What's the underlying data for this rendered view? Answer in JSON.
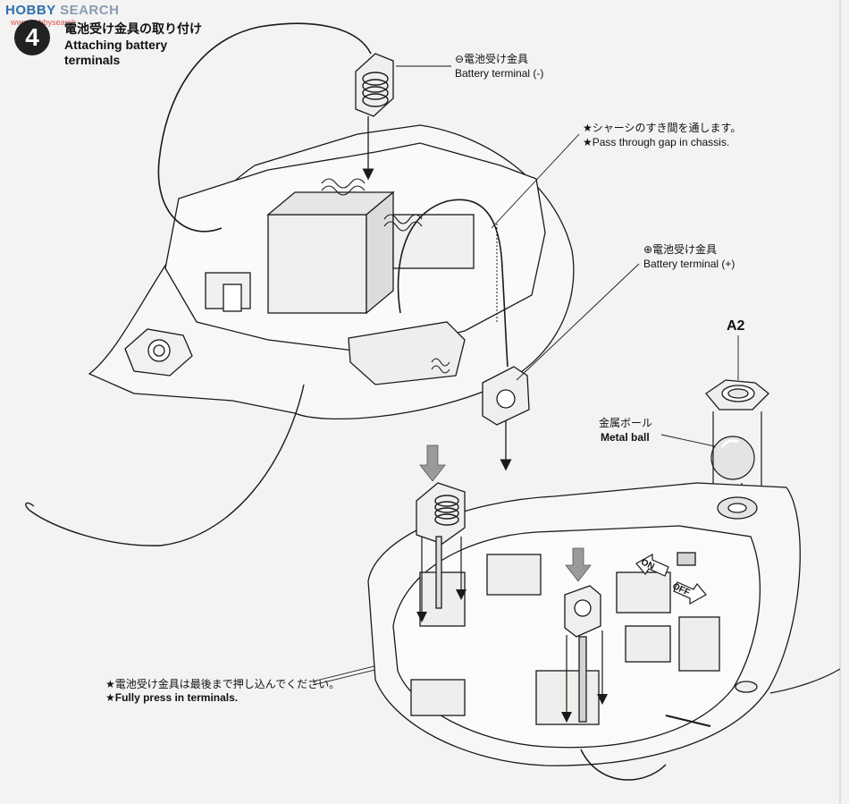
{
  "watermark": {
    "text_a": "HOBBY",
    "text_b": "SEARCH",
    "sub": "www.hobbysearch"
  },
  "step": {
    "number": "4",
    "title_jp": "電池受け金具の取り付け",
    "title_en": "Attaching battery terminals"
  },
  "labels": {
    "neg_terminal_jp": "⊖電池受け金具",
    "neg_terminal_en": "Battery terminal (-)",
    "gap_note_jp": "★シャーシのすき間を通します。",
    "gap_note_en": "★Pass through gap in chassis.",
    "pos_terminal_jp": "⊕電池受け金具",
    "pos_terminal_en": "Battery terminal (+)",
    "part_a2": "A2",
    "metal_ball_jp": "金属ボール",
    "metal_ball_en": "Metal ball",
    "press_note_jp": "★電池受け金具は最後まで押し込んでください。",
    "press_note_en": "★Fully press in terminals.",
    "switch_on": "ON",
    "switch_off": "OFF"
  },
  "colors": {
    "line": "#1a1a1a",
    "paper": "#f3f3f1",
    "shade": "#bdbdbd"
  }
}
